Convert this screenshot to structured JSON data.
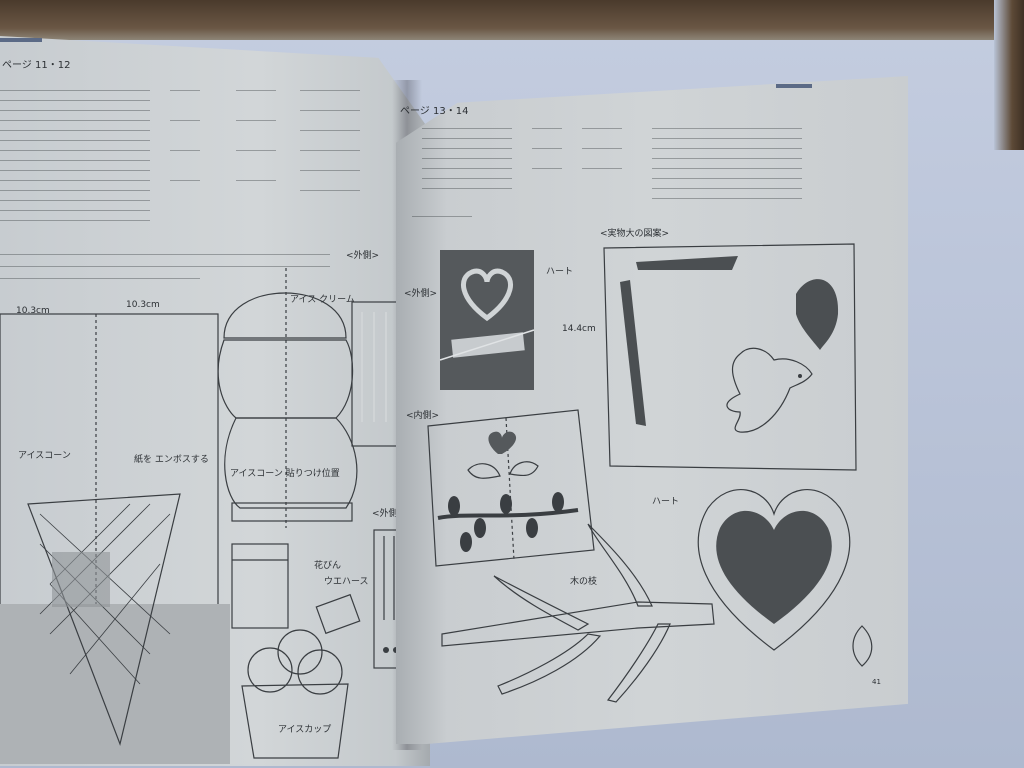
{
  "left_page": {
    "page_header": "ページ 11・12",
    "labels": {
      "outer": "<外側>",
      "ice_cream": "アイス クリーム",
      "ice_cone": "アイスコーン",
      "emboss": "紙を エンボスする",
      "cone_glue": "アイスコーン 貼りつけ位置",
      "vase": "花びん",
      "wafer": "ウエハース",
      "ice_cup": "アイスカップ",
      "size_a": "10.3cm",
      "size_b": "10.3cm",
      "inner_label": "<外側>"
    }
  },
  "right_page": {
    "page_header": "ページ 13・14",
    "labels": {
      "actual_size": "<実物大の図案>",
      "outer": "<外側>",
      "inner": "<内側>",
      "heart": "ハート",
      "size_14": "14.4cm",
      "heart2": "ハート",
      "branch": "木の枝",
      "page_number": "41"
    }
  },
  "colors": {
    "paper": "#d0d4d6",
    "ink": "#2c3034",
    "dark_fill": "#4b4f52",
    "surface": "#b9c3d6"
  }
}
